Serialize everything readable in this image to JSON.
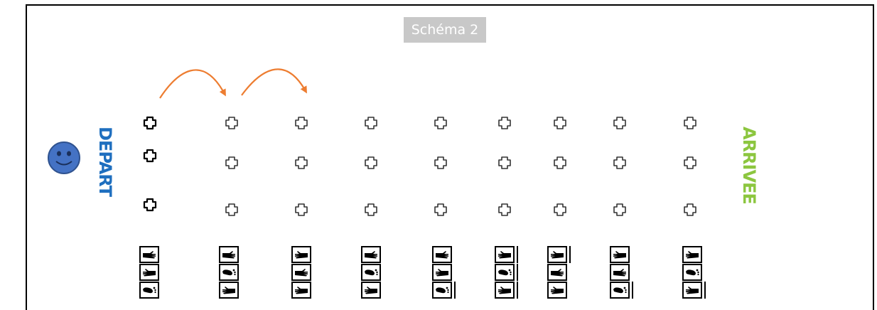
{
  "title": "Schéma 2",
  "start_label": "DEPART",
  "end_label": "ARRIVEE",
  "colors": {
    "start": "#1f6fbf",
    "end": "#8cc63f",
    "arrow": "#ed7d31",
    "smiley": "#4472c4",
    "title_bg": "#c8c8c8"
  },
  "icons": {
    "marker": "cross-outline-icon",
    "smiley": "smiley-face-icon",
    "foot": "foot-icon",
    "hand_right": "hand-right-icon",
    "hand_left": "hand-left-icon",
    "arrow": "curved-arrow-icon"
  },
  "columns": [
    {
      "crosses": 3,
      "tiles": [
        "hand_right",
        "hand_left",
        "foot"
      ]
    },
    {
      "crosses": 3,
      "tiles": [
        "hand_right",
        "foot",
        "hand_left"
      ]
    },
    {
      "crosses": 3,
      "tiles": [
        "hand_left",
        "hand_right",
        "hand_left"
      ]
    },
    {
      "crosses": 3,
      "tiles": [
        "hand_right",
        "foot",
        "hand_left"
      ]
    },
    {
      "crosses": 3,
      "tiles": [
        "hand_right",
        "hand_left",
        "foot"
      ]
    },
    {
      "crosses": 3,
      "tiles": [
        "hand_left",
        "foot",
        "hand_left"
      ]
    },
    {
      "crosses": 3,
      "tiles": [
        "hand_left",
        "hand_right",
        "hand_left"
      ]
    },
    {
      "crosses": 3,
      "tiles": [
        "hand_left",
        "hand_right",
        "foot"
      ]
    },
    {
      "crosses": 3,
      "tiles": [
        "hand_left",
        "foot",
        "hand_left"
      ]
    }
  ],
  "arrows": [
    {
      "from_column": 0,
      "to_column": 1
    },
    {
      "from_column": 1,
      "to_column": 2
    }
  ]
}
